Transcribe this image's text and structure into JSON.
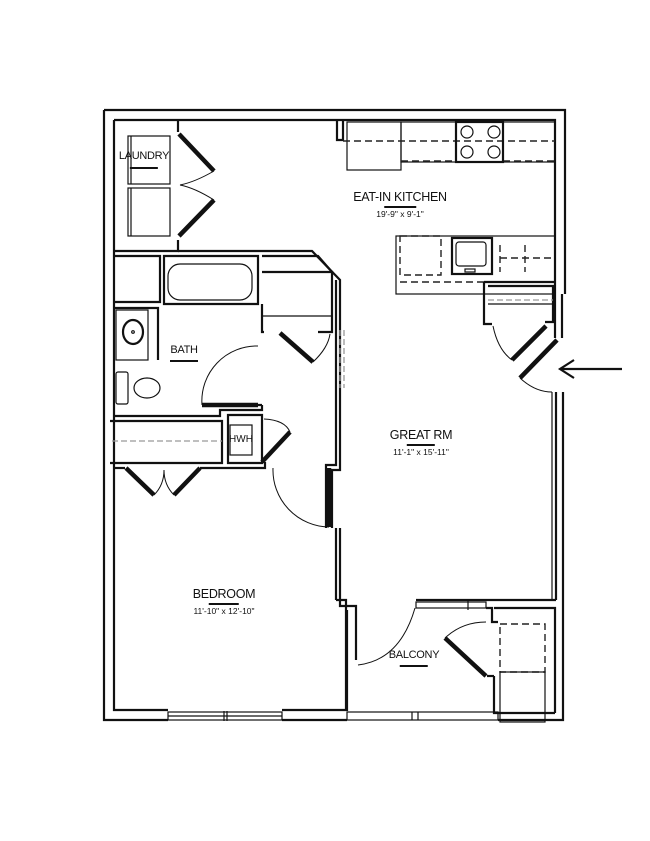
{
  "floor_plan": {
    "rooms": [
      {
        "id": "laundry",
        "name": "LAUNDRY",
        "dimensions": ""
      },
      {
        "id": "eat_in_kitchen",
        "name": "EAT-IN KITCHEN",
        "dimensions": "19'-9\" x 9'-1\""
      },
      {
        "id": "bath",
        "name": "BATH",
        "dimensions": ""
      },
      {
        "id": "great_rm",
        "name": "GREAT RM",
        "dimensions": "11'-1\" x 15'-11\""
      },
      {
        "id": "bedroom",
        "name": "BEDROOM",
        "dimensions": "11'-10\" x 12'-10\""
      },
      {
        "id": "balcony",
        "name": "BALCONY",
        "dimensions": ""
      }
    ],
    "fixtures": {
      "water_heater": "HWH"
    },
    "entry_indicator": "entry-arrow",
    "colors": {
      "line": "#111111",
      "background": "#ffffff",
      "hidden_line": "#999999"
    }
  }
}
